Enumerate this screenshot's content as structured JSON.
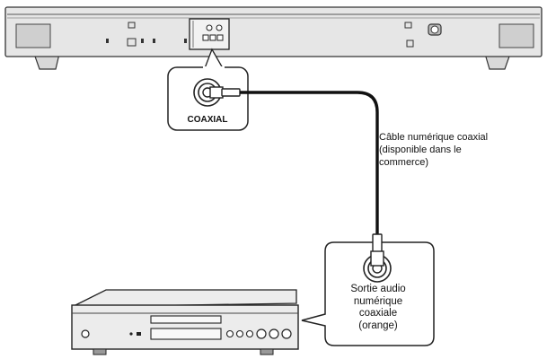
{
  "soundbar": {
    "coaxial_jack_label": "COAXIAL"
  },
  "cable": {
    "label_lines": [
      "Câble numérique coaxial",
      "(disponible dans le",
      "commerce)"
    ]
  },
  "player": {
    "output_label_lines": [
      "Sortie audio",
      "numérique",
      "coaxiale",
      "(orange)"
    ]
  }
}
